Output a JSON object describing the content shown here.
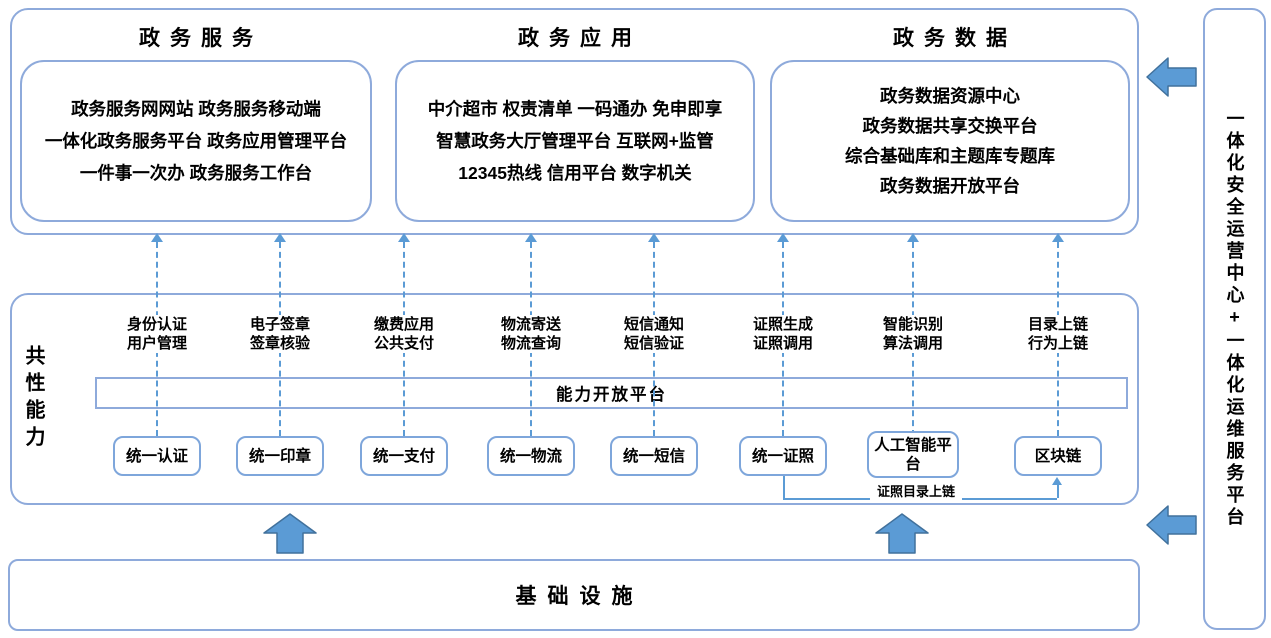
{
  "diagram": {
    "top_sections": [
      {
        "title": "政务服务",
        "lines": [
          "政务服务网网站 政务服务移动端",
          "一体化政务服务平台 政务应用管理平台",
          "一件事一次办 政务服务工作台"
        ]
      },
      {
        "title": "政务应用",
        "lines": [
          "中介超市 权责清单 一码通办 免申即享",
          "智慧政务大厅管理平台 互联网+监管",
          "12345热线 信用平台 数字机关"
        ]
      },
      {
        "title": "政务数据",
        "lines": [
          "政务数据资源中心",
          "政务数据共享交换平台",
          "综合基础库和主题库专题库",
          "政务数据开放平台"
        ]
      }
    ],
    "middle": {
      "side_label": "共性能力",
      "platform_bar": "能力开放平台",
      "columns": [
        {
          "line1": "身份认证",
          "line2": "用户管理",
          "box": "统一认证"
        },
        {
          "line1": "电子签章",
          "line2": "签章核验",
          "box": "统一印章"
        },
        {
          "line1": "缴费应用",
          "line2": "公共支付",
          "box": "统一支付"
        },
        {
          "line1": "物流寄送",
          "line2": "物流查询",
          "box": "统一物流"
        },
        {
          "line1": "短信通知",
          "line2": "短信验证",
          "box": "统一短信"
        },
        {
          "line1": "证照生成",
          "line2": "证照调用",
          "box": "统一证照"
        },
        {
          "line1": "智能识别",
          "line2": "算法调用",
          "box": "人工智能平台"
        },
        {
          "line1": "目录上链",
          "line2": "行为上链",
          "box": "区块链"
        }
      ],
      "connector_label": "证照目录上链"
    },
    "bottom": {
      "title": "基础设施"
    },
    "sidebar": {
      "label": "一体化安全运营中心+一体化运维服务平台"
    },
    "icons": {
      "up_arrow": "up-block-arrow",
      "left_arrow": "left-block-arrow",
      "dashed_up_arrow": "dashed-up-arrow"
    },
    "colors": {
      "container_border": "#8EAADB",
      "box_border": "#7EA6DB",
      "arrow_fill": "#5B9BD5",
      "arrow_stroke": "#41719C",
      "dashed_line": "#5B9BD5",
      "text": "#000000",
      "background": "#FFFFFF"
    }
  }
}
